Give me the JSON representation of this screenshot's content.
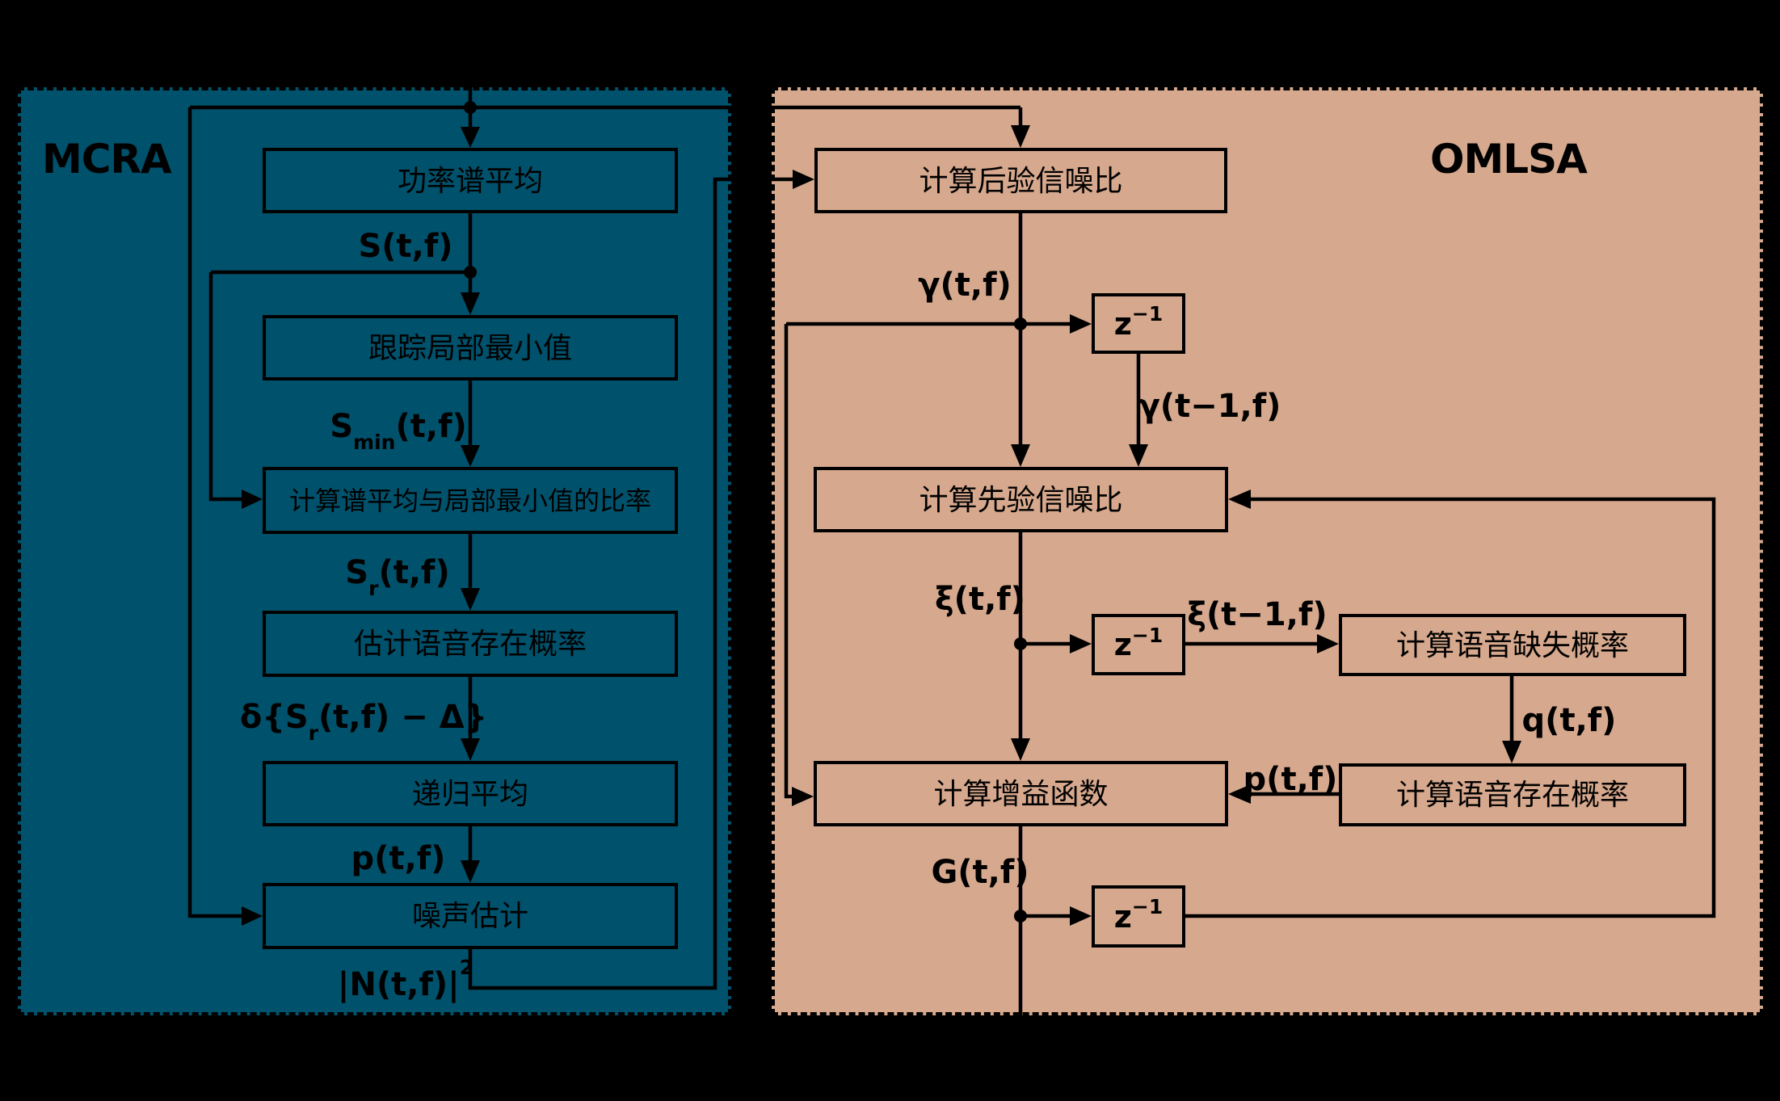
{
  "colors": {
    "background": "#000000",
    "mcra_fill": "#00516B",
    "omlsa_fill": "#D6A88D",
    "line": "#000000"
  },
  "mcra": {
    "title": "MCRA",
    "boxes": {
      "power_avg": "功率谱平均",
      "track_min": "跟踪局部最小值",
      "ratio": "计算谱平均与局部最小值的比率",
      "speech_presence": "估计语音存在概率",
      "recursive_avg": "递归平均",
      "noise_est": "噪声估计"
    },
    "labels": {
      "s": {
        "text": "S(t,f)"
      },
      "s_min": {
        "base": "S",
        "sub": "min",
        "rest": "(t,f)"
      },
      "s_r": {
        "base": "S",
        "sub": "r",
        "rest": "(t,f)"
      },
      "delta_expr": {
        "pre": "δ{S",
        "sub": "r",
        "rest": "(t,f) − Δ}"
      },
      "p": {
        "text": "p(t,f)"
      },
      "noise_sq": {
        "base": "|N(t,f)|",
        "sup": "2"
      }
    }
  },
  "omlsa": {
    "title": "OMLSA",
    "boxes": {
      "posterior_snr": "计算后验信噪比",
      "prior_snr": "计算先验信噪比",
      "gain_func": "计算增益函数",
      "speech_absence": "计算语音缺失概率",
      "speech_presence": "计算语音存在概率"
    },
    "delay": {
      "base": "z",
      "sup": "−1"
    },
    "labels": {
      "gamma": {
        "text": "γ(t,f)"
      },
      "gamma_prev": {
        "text": "γ(t−1,f)"
      },
      "xi": {
        "text": "ξ(t,f)"
      },
      "xi_prev": {
        "text": "ξ(t−1,f)"
      },
      "q": {
        "text": "q(t,f)"
      },
      "p": {
        "text": "p(t,f)"
      },
      "g": {
        "text": "G(t,f)"
      }
    }
  }
}
